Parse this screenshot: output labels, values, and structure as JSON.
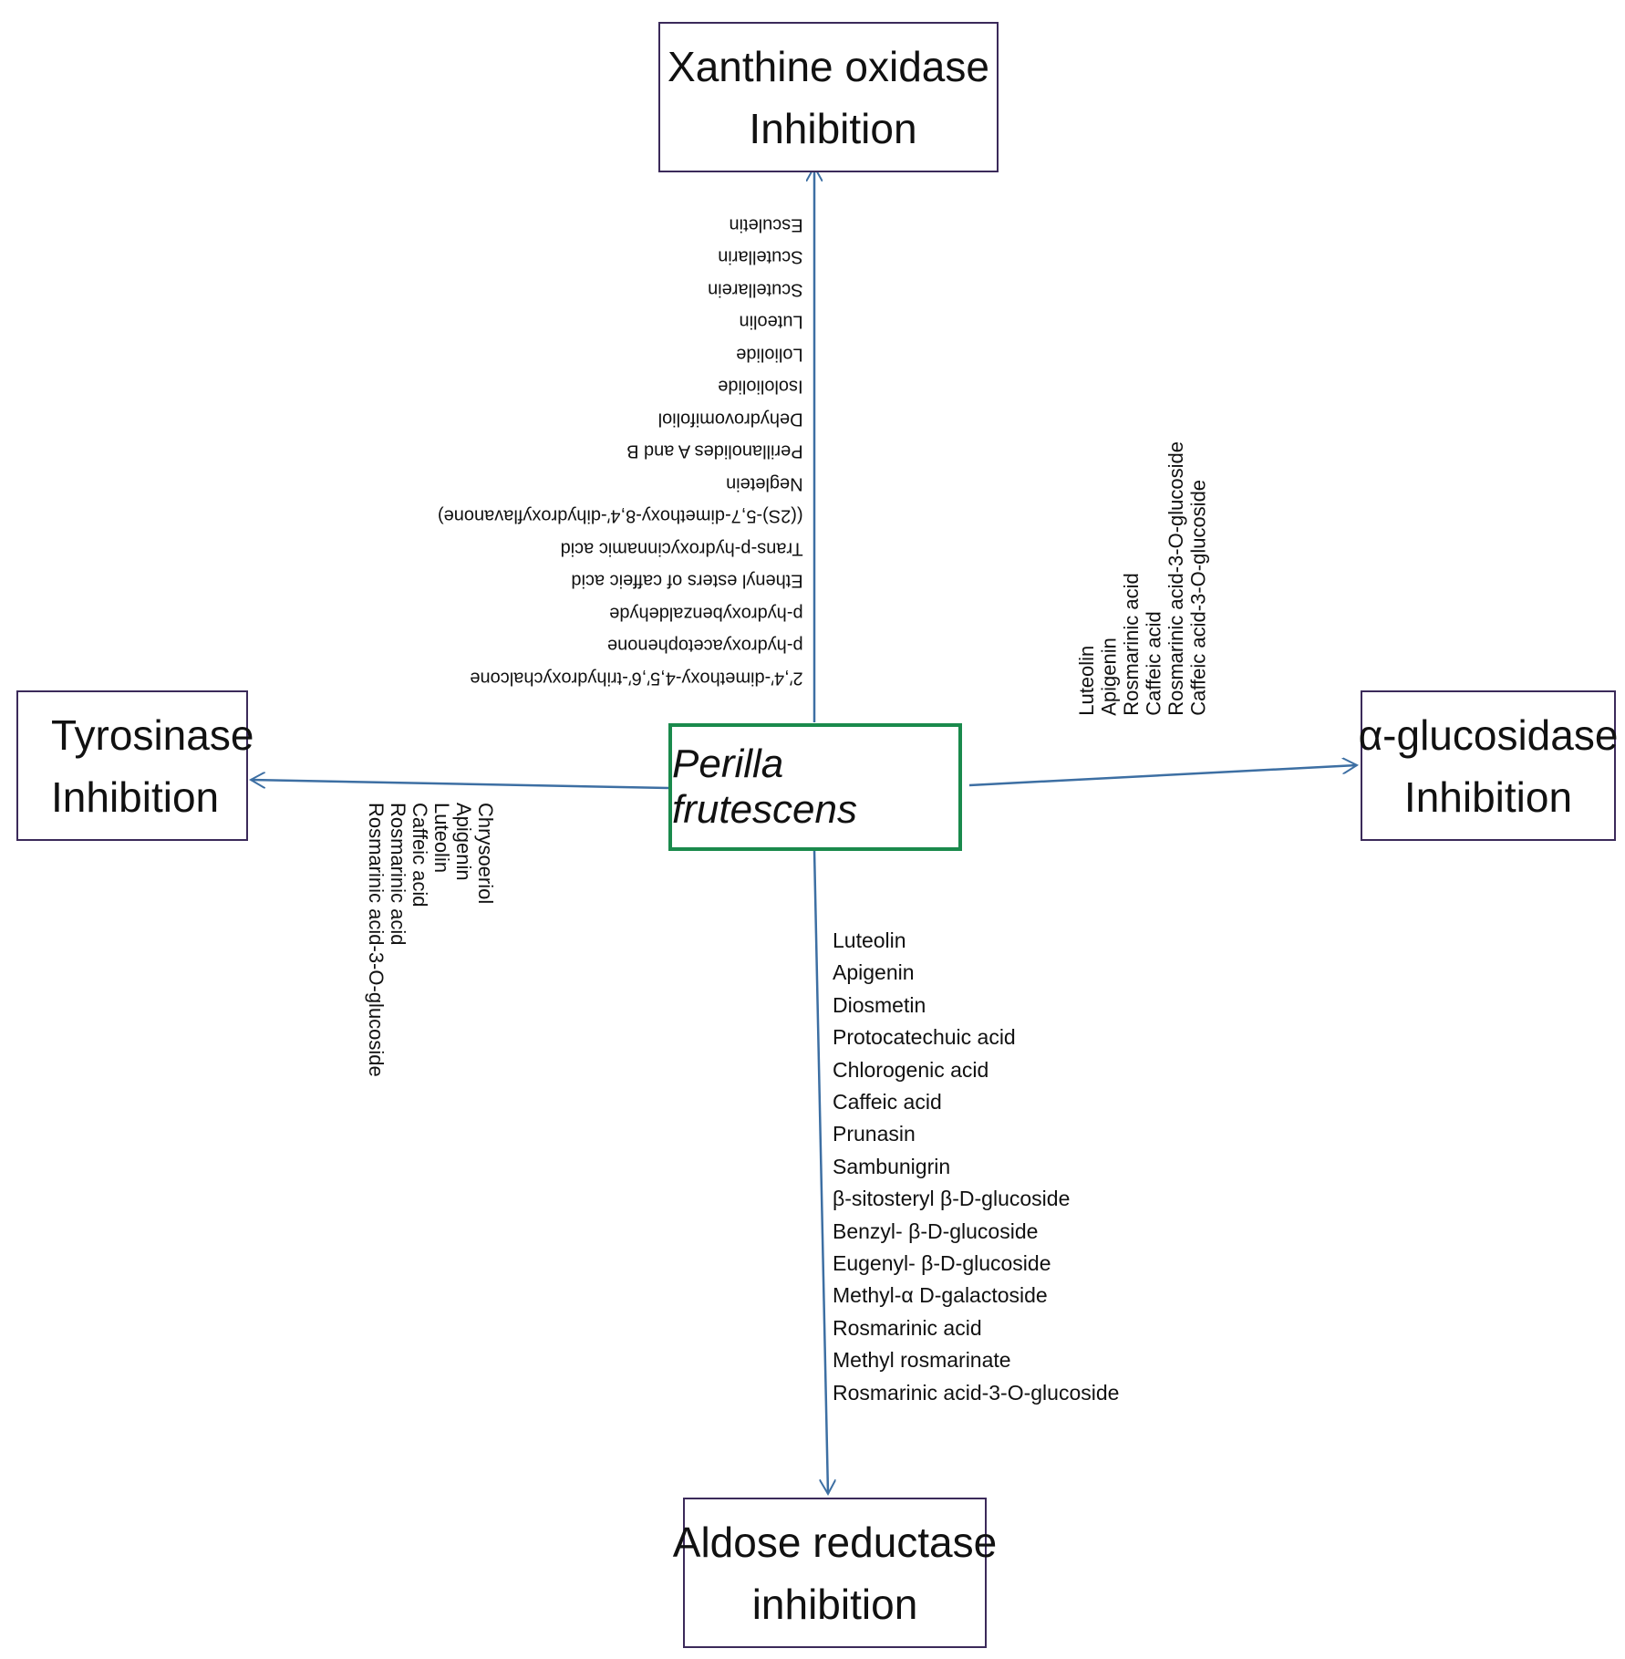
{
  "center": {
    "label": "Perilla frutescens"
  },
  "nodes": {
    "top": {
      "line1": "Xanthine oxidase",
      "line2": "Inhibition"
    },
    "left": {
      "line1": "Tyrosinase",
      "line2": "Inhibition"
    },
    "right": {
      "line1": "α-glucosidase",
      "line2": "Inhibition"
    },
    "bottom": {
      "line1": "Aldose reductase",
      "line2": "inhibition"
    }
  },
  "compounds": {
    "xanthine_oxidase": [
      "2′,4′-dimethoxy-4,5′,6′-trihydroxychalcone",
      "p-hydroxyacetophenone",
      "p-hydroxybenzaldehyde",
      "Ethenyl esters of caffeic acid",
      "Trans-p-hydroxycinnamic acid",
      "((2S)-5,7-dimethoxy-8,4′-dihydroxyflavanone)",
      "Negletein",
      "Perillanolides A and B",
      "Dehydrovomifoliol",
      "Isololiolide",
      "Loliolide",
      "Luteolin",
      "Scutellarein",
      "Scutellarin",
      "Esculetin"
    ],
    "tyrosinase": [
      "Chrysoeriol",
      "Apigenin",
      "Luteolin",
      "Caffeic acid",
      "Rosmarinic acid",
      "Rosmarinic acid-3-O-glucoside"
    ],
    "alpha_glucosidase": [
      "Luteolin",
      "Apigenin",
      "Rosmarinic acid",
      "Caffeic acid",
      "Rosmarinic acid-3-O-glucoside",
      "Caffeic acid-3-O-glucoside"
    ],
    "aldose_reductase": [
      "Luteolin",
      "Apigenin",
      "Diosmetin",
      "Protocatechuic acid",
      "Chlorogenic acid",
      "Caffeic acid",
      "Prunasin",
      "Sambunigrin",
      "β-sitosteryl β-D-glucoside",
      "Benzyl- β-D-glucoside",
      "Eugenyl- β-D-glucoside",
      "Methyl-α D-galactoside",
      "Rosmarinic acid",
      "Methyl rosmarinate",
      "Rosmarinic acid-3-O-glucoside"
    ]
  },
  "colors": {
    "arrow": "#3d6fa3",
    "center_border": "#1a8a4c",
    "box_border": "#3b2a5a"
  }
}
